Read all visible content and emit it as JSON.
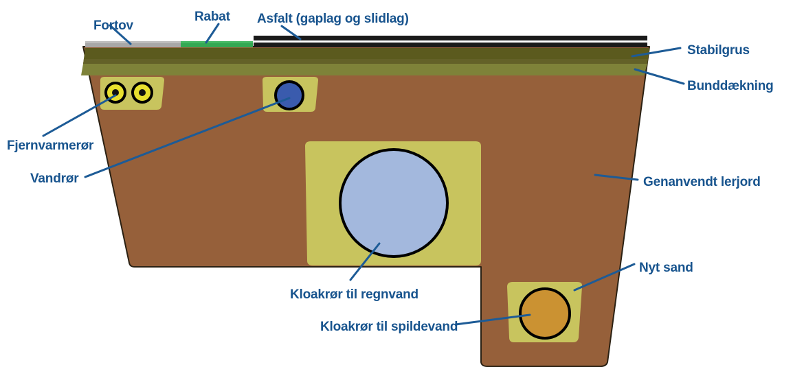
{
  "diagram": {
    "title": "Vejkasse tvaersnit med ledninger",
    "background": "#ffffff",
    "colors": {
      "sidewalk": "#a8a8a8",
      "verge": "#34a853",
      "asphalt": "#1a1a1a",
      "asphalt_gap": "#ffffff",
      "stabilgrus": "#5b5a1e",
      "bunddaekning": "#7e8239",
      "clay": "#96603a",
      "sand": "#c8c45e",
      "heating_pipe_fill": "#e8e02e",
      "water_pipe_fill": "#3a5bad",
      "rain_pipe_fill": "#a3b8dd",
      "waste_pipe_fill": "#cb9232",
      "outline": "#000000",
      "label": "#18548e",
      "leader": "#1d5b96"
    },
    "labels": {
      "fortov": "Fortov",
      "rabat": "Rabat",
      "asfalt": "Asfalt (gaplag og slidlag)",
      "stabilgrus": "Stabilgrus",
      "bunddaekning": "Bunddækning",
      "fjernvarmeror": "Fjernvarmerør",
      "vandror": "Vandrør",
      "genanvendt_lerjord": "Genanvendt lerjord",
      "nyt_sand": "Nyt sand",
      "kloakror_regnvand": "Kloakrør til regnvand",
      "kloakror_spildevand": "Kloakrør til spildevand"
    }
  }
}
